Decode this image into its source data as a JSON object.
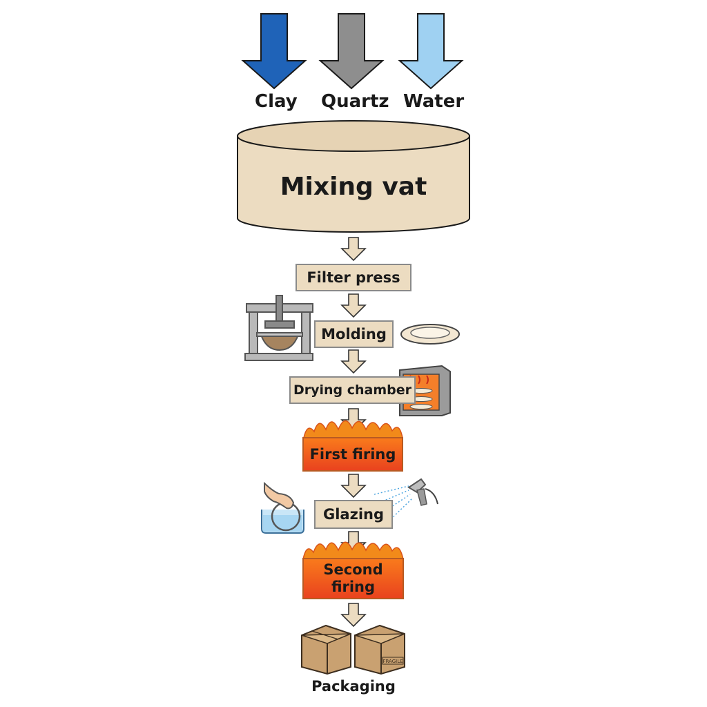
{
  "inputs": [
    {
      "label": "Clay",
      "color": "#1f63b8"
    },
    {
      "label": "Quartz",
      "color": "#8e8e8e"
    },
    {
      "label": "Water",
      "color": "#9fd1f2"
    }
  ],
  "steps": {
    "mixing_vat": "Mixing vat",
    "filter_press": "Filter press",
    "molding": "Molding",
    "drying_chamber": "Drying chamber",
    "first_firing": "First firing",
    "glazing": "Glazing",
    "second_firing": "Second\nfiring",
    "packaging": "Packaging"
  },
  "box_labels": [
    "FRAGILE"
  ],
  "colors": {
    "tan": "#ecdcc1",
    "flow_arrow": "#ecdcc1",
    "fire_top": "#f97a1c",
    "fire_bottom": "#e9431e",
    "flame": "#f28a1a"
  },
  "icons": [
    "press-machine-icon",
    "plate-icon",
    "drying-oven-icon",
    "hand-dip-icon",
    "spray-gun-icon",
    "cardboard-box-icon"
  ]
}
